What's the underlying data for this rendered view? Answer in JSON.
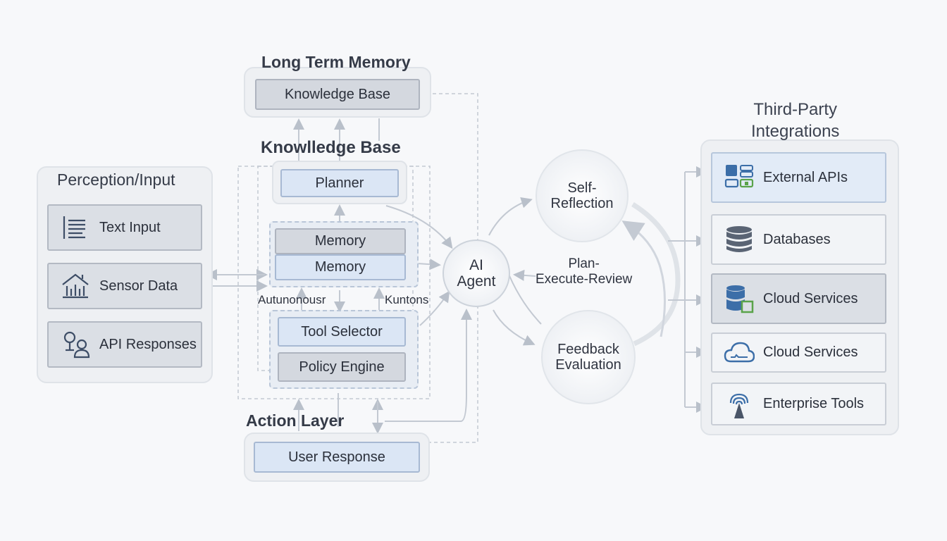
{
  "long_term_memory": {
    "heading": "Long Term Memory",
    "box": "Knowledge Base"
  },
  "core": {
    "heading": "Knowlledge Base",
    "planner": "Planner",
    "memory_top": "Memory",
    "memory_bottom": "Memory",
    "label_left": "Autunonousr",
    "label_right": "Kuntons",
    "tool_selector": "Tool Selector",
    "policy_engine": "Policy Engine"
  },
  "action_layer": {
    "heading": "Action Layer",
    "box": "User Response"
  },
  "perception": {
    "heading": "Perception/Input",
    "items": [
      {
        "label": "Text Input",
        "icon": "text-document-icon"
      },
      {
        "label": "Sensor Data",
        "icon": "sensor-building-icon"
      },
      {
        "label": "API Responses",
        "icon": "user-api-icon"
      }
    ]
  },
  "agent": {
    "line1": "AI",
    "line2": "Agent"
  },
  "loop": {
    "self_reflection": "Self-Reflection",
    "plan_line1": "Plan-",
    "plan_line2": "Execute-Review",
    "feedback_line1": "Feedback",
    "feedback_line2": "Evaluation"
  },
  "third_party": {
    "heading_line1": "Third-Party",
    "heading_line2": "Integrations",
    "items": [
      {
        "label": "External APIs",
        "icon": "puzzle-grid-icon"
      },
      {
        "label": "Databases",
        "icon": "database-icon"
      },
      {
        "label": "Cloud Services",
        "icon": "cloud-database-icon"
      },
      {
        "label": "Cloud Services",
        "icon": "cloud-icon"
      },
      {
        "label": "Enterprise Tools",
        "icon": "antenna-icon"
      }
    ]
  },
  "colors": {
    "accent_blue": "#3c6ea8",
    "accent_green": "#5aa34a",
    "panel": "#eef0f3"
  }
}
